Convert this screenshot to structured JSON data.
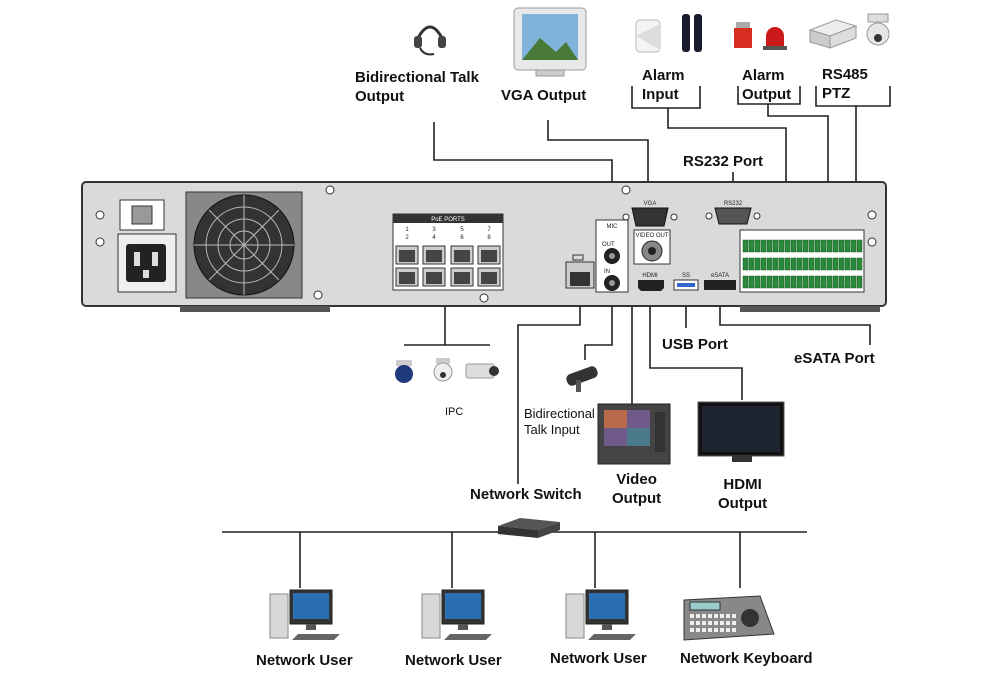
{
  "labels": {
    "bidirectional_talk_output": [
      "Bidirectional Talk",
      "Output"
    ],
    "vga_output": "VGA Output",
    "alarm_input": [
      "Alarm",
      "Input"
    ],
    "alarm_output": [
      "Alarm",
      "Output"
    ],
    "rs485_ptz": [
      "RS485",
      "PTZ"
    ],
    "rs232_port": "RS232 Port",
    "usb_port": "USB Port",
    "esata_port": "eSATA Port",
    "ipc": "IPC",
    "bidirectional_talk_input": [
      "Bidirectional",
      "Talk Input"
    ],
    "video_output": [
      "Video",
      "Output"
    ],
    "hdmi_output": [
      "HDMI",
      "Output"
    ],
    "network_switch": "Network Switch",
    "network_users": [
      "Network User",
      "Network User",
      "Network User"
    ],
    "network_keyboard": "Network Keyboard"
  },
  "panel": {
    "poe_ports_title": "PoE PORTS",
    "poe_top": [
      "1",
      "3",
      "5",
      "7"
    ],
    "poe_bottom": [
      "2",
      "4",
      "6",
      "8"
    ],
    "mic": "MIC",
    "mic_out": "OUT",
    "mic_in": "IN",
    "vga": "VGA",
    "video_out": "VIDEO OUT",
    "rs232": "RS232",
    "hdmi": "HDMI",
    "usb": "SS",
    "esata": "eSATA"
  },
  "colors": {
    "line": "#222222",
    "panel": "#dadada",
    "panel_edge": "#333333",
    "bold_text": "#111111"
  }
}
